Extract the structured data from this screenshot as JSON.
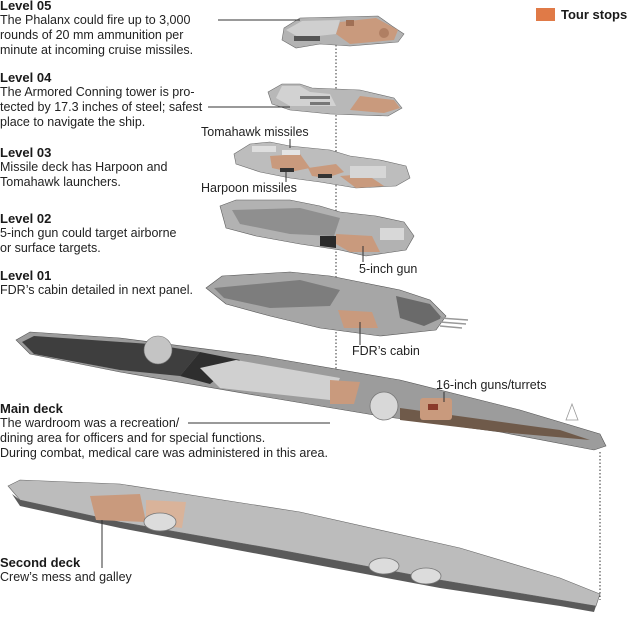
{
  "legend": {
    "label": "Tour stops",
    "color": "#e07a47"
  },
  "colors": {
    "tour_fill": "#c99a7d",
    "hull_light": "#c8c8c8",
    "hull_mid": "#a9a9a9",
    "hull_dark": "#555555",
    "deck_dark": "#3e3e3e",
    "leader": "#333333"
  },
  "levels": [
    {
      "id": "05",
      "title": "Level  05",
      "lines": [
        "The Phalanx could fire up to 3,000",
        "rounds of 20 mm ammunition per",
        "minute at incoming cruise missiles."
      ]
    },
    {
      "id": "04",
      "title": "Level  04",
      "lines": [
        "The Armored Conning tower is pro-",
        "tected by 17.3 inches of steel; safest",
        "place to navigate the ship."
      ]
    },
    {
      "id": "03",
      "title": "Level  03",
      "lines": [
        "Missile deck has Harpoon and",
        "Tomahawk launchers."
      ]
    },
    {
      "id": "02",
      "title": "Level  02",
      "lines": [
        "5-inch gun could target airborne",
        "or surface targets."
      ]
    },
    {
      "id": "01",
      "title": "Level  01",
      "lines": [
        "FDR’s cabin detailed in next panel."
      ]
    },
    {
      "id": "main",
      "title": "Main deck",
      "lines": [
        "The wardroom was a recreation/",
        "dining area for officers and for special functions.",
        "During combat, medical care was administered in this area."
      ]
    },
    {
      "id": "second",
      "title": "Second deck",
      "lines": [
        "Crew’s mess and galley"
      ]
    }
  ],
  "callouts": {
    "tomahawk": "Tomahawk missiles",
    "harpoon": "Harpoon missiles",
    "five_inch": "5-inch gun",
    "fdr": "FDR’s cabin",
    "sixteen_inch": "16-inch guns/turrets"
  }
}
